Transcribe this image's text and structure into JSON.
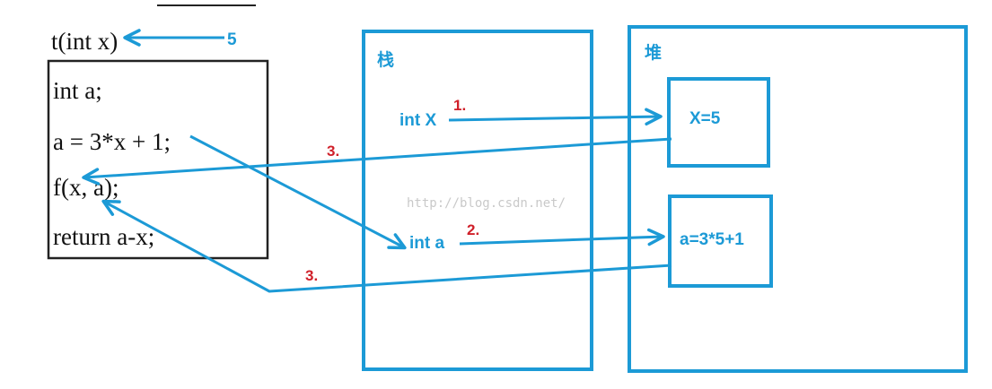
{
  "colors": {
    "blue": "#1c9ad6",
    "red": "#d0202a",
    "ink": "#111111",
    "watermark": "#c9c9c9"
  },
  "code": {
    "signature": "t(int x)",
    "arg_value": "5",
    "lines": [
      "int a;",
      "a = 3*x + 1;",
      "f(x, a);",
      "return a-x;"
    ]
  },
  "stack": {
    "title": "栈",
    "items": [
      "int X",
      "int a"
    ]
  },
  "heap": {
    "title": "堆",
    "items": [
      "X=5",
      "a=3*5+1"
    ]
  },
  "steps": {
    "one": "1.",
    "two": "2.",
    "three_top": "3.",
    "three_bottom": "3."
  },
  "watermark": "http://blog.csdn.net/"
}
